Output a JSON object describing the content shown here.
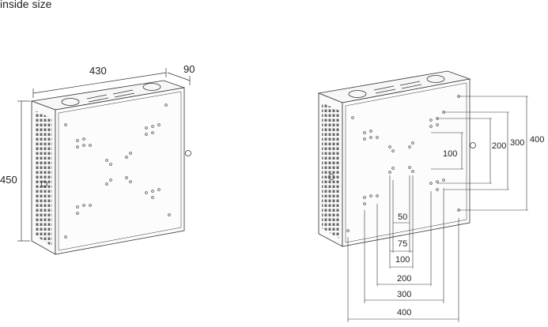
{
  "title": "inside size",
  "left_view": {
    "width_label": "430",
    "depth_label": "90",
    "height_label": "450"
  },
  "right_view": {
    "horizontal_labels": [
      "50",
      "75",
      "100",
      "200",
      "300",
      "400"
    ],
    "vertical_labels": [
      "100",
      "200",
      "300",
      "400"
    ]
  }
}
